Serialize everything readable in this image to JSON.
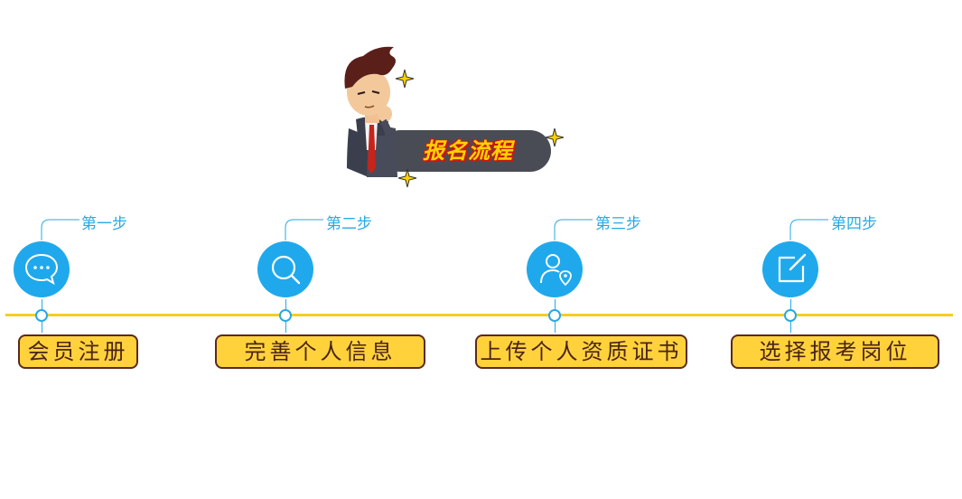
{
  "header": {
    "title": "报名流程"
  },
  "colors": {
    "accent_blue": "#1fa9ec",
    "timeline_yellow": "#f5ce21",
    "stage_fill": "#ffd23c",
    "badge_dark": "#4a4c55"
  },
  "steps": [
    {
      "step_label": "第一步",
      "stage": "会员注册",
      "icon": "chat-bubble-icon"
    },
    {
      "step_label": "第二步",
      "stage": "完善个人信息",
      "icon": "search-icon"
    },
    {
      "step_label": "第三步",
      "stage": "上传个人资质证书",
      "icon": "user-location-icon"
    },
    {
      "step_label": "第四步",
      "stage": "选择报考岗位",
      "icon": "edit-icon"
    }
  ]
}
